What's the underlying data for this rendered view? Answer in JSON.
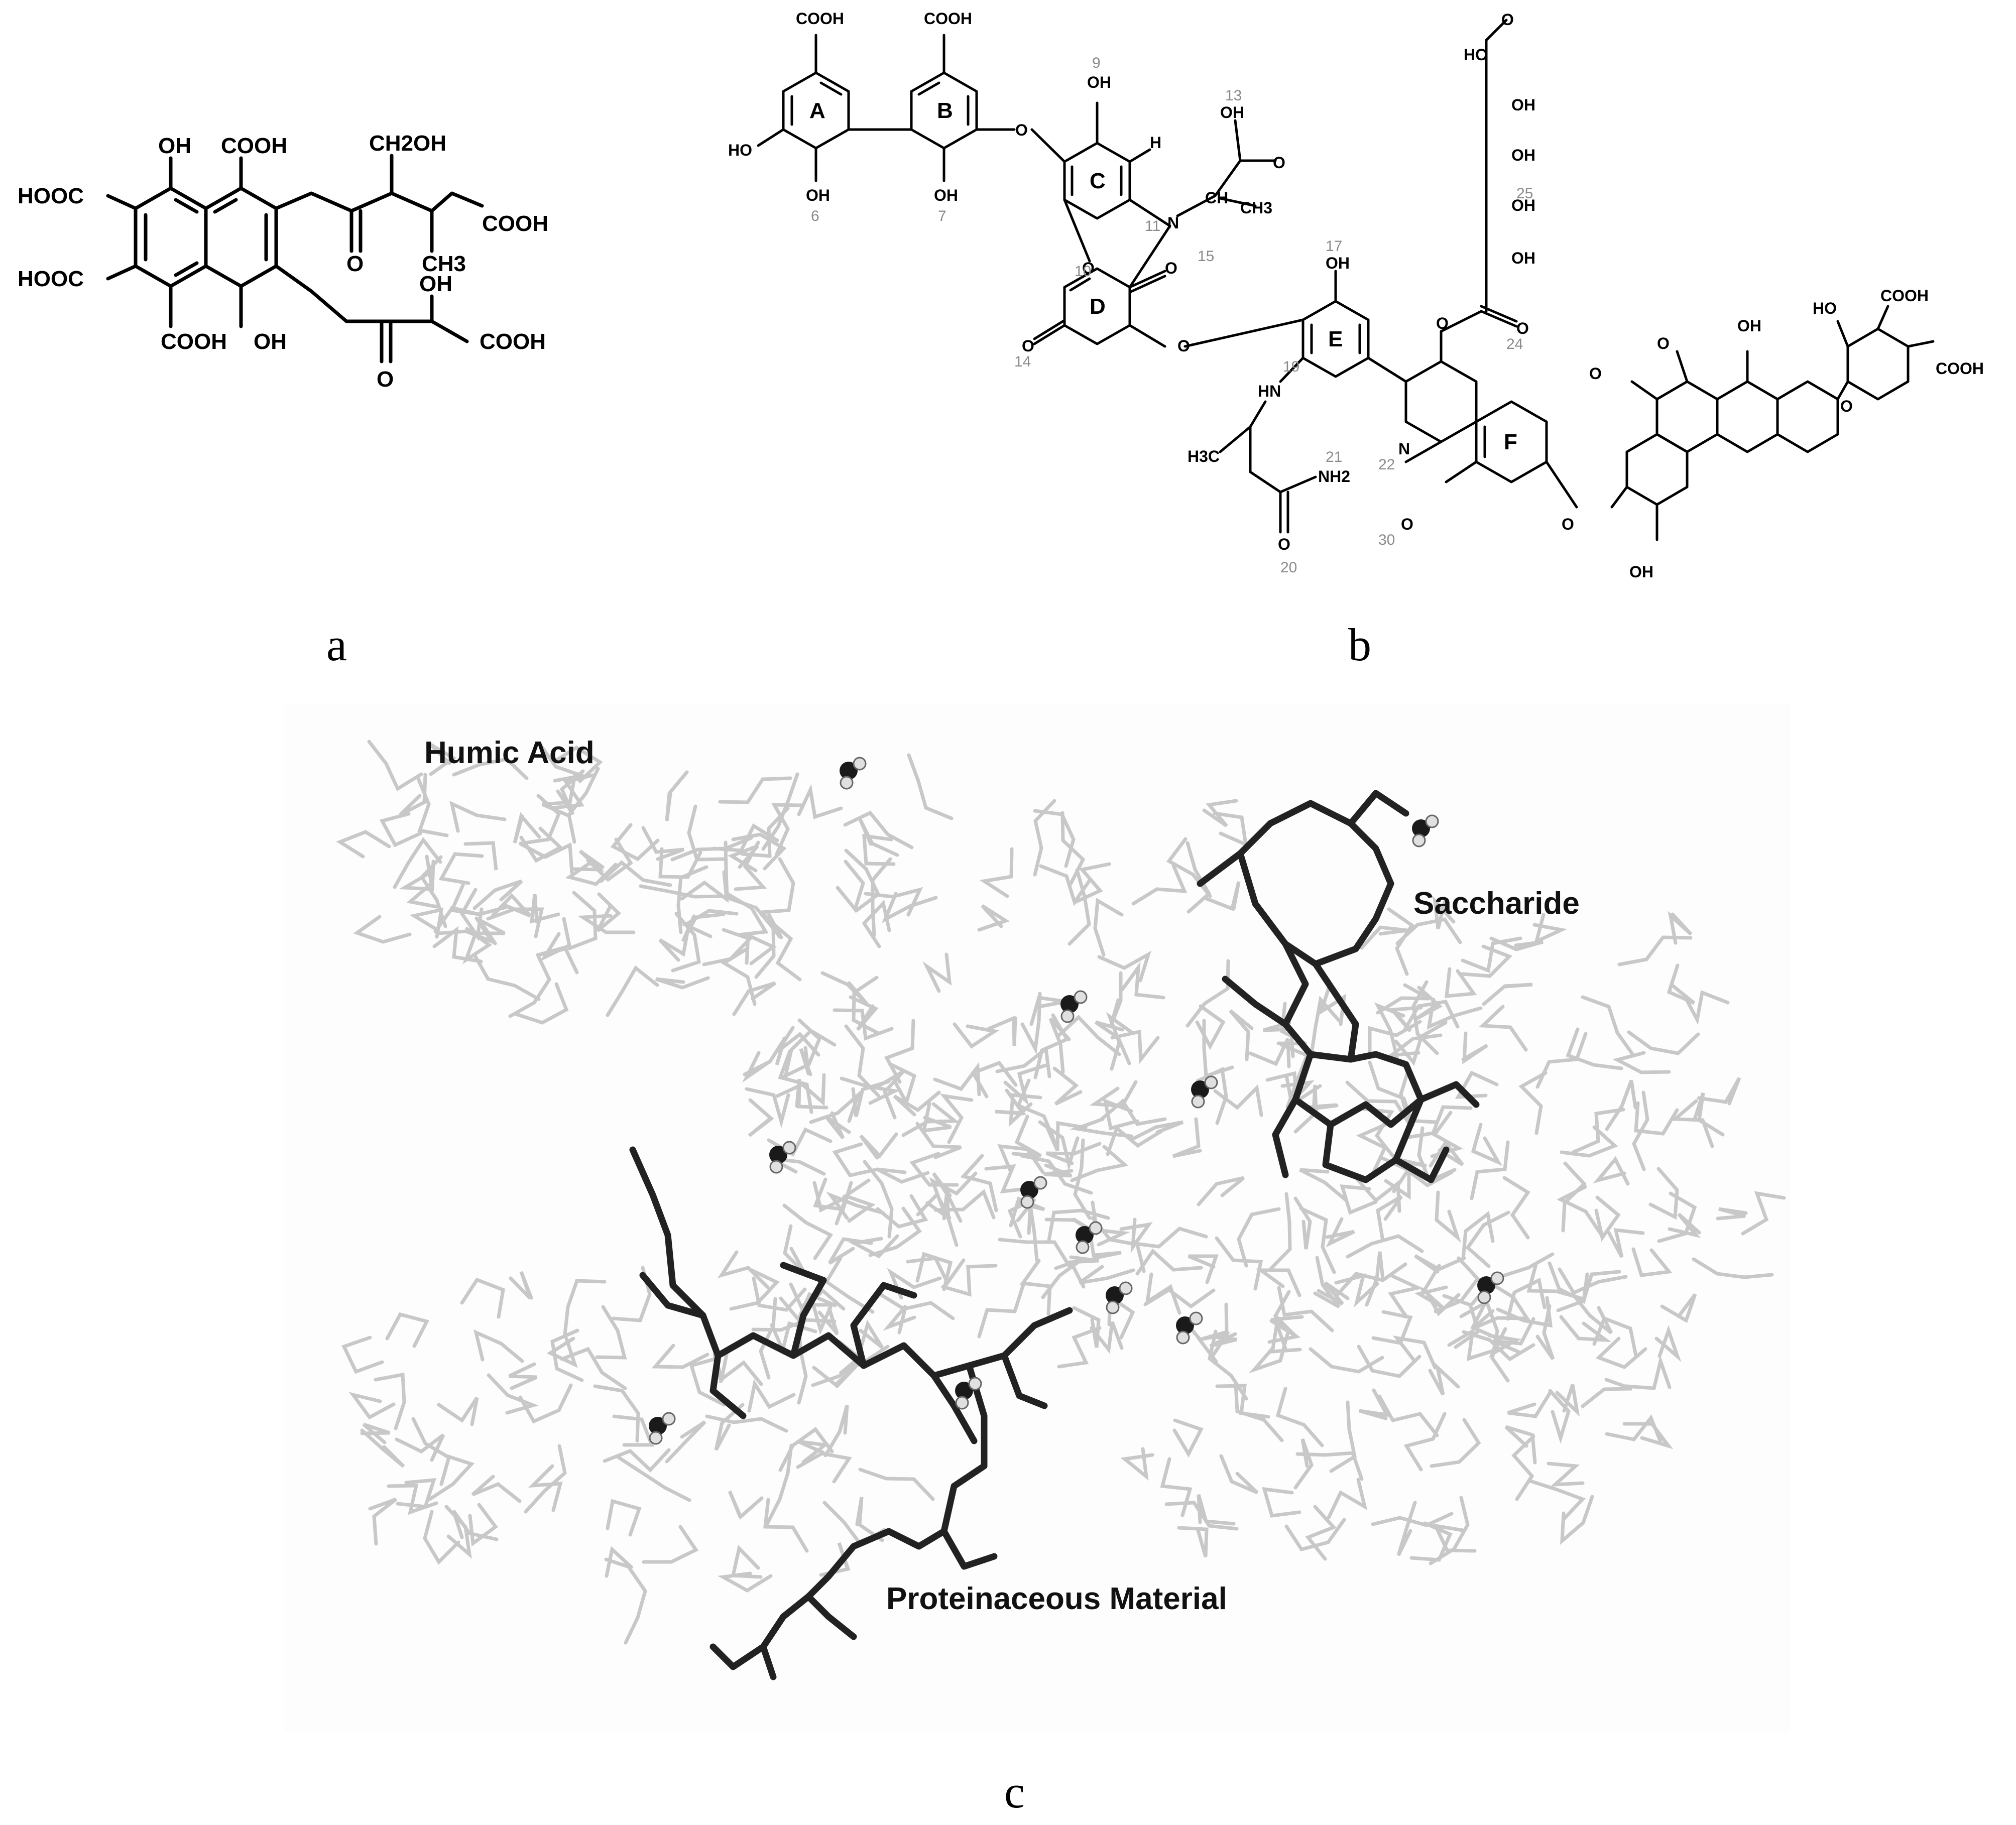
{
  "panels": {
    "a": {
      "label": "a"
    },
    "b": {
      "label": "b"
    },
    "c": {
      "label": "c"
    }
  },
  "structure_a": {
    "groups": [
      "OH",
      "COOH",
      "CH2OH",
      "HOOC",
      "COOH",
      "CH3",
      "HOOC",
      "OH",
      "COOH",
      "OH",
      "COOH",
      "O",
      "O"
    ]
  },
  "structure_b": {
    "rings": [
      "A",
      "B",
      "C",
      "D",
      "E",
      "F"
    ],
    "groups": [
      "COOH",
      "COOH",
      "HO",
      "OH",
      "OH",
      "O",
      "OH",
      "H",
      "OH",
      "O",
      "N",
      "CH",
      "CH3",
      "O",
      "O",
      "O",
      "OH",
      "O",
      "HN",
      "N",
      "NH2",
      "H3C",
      "O",
      "O",
      "O",
      "HC",
      "OH",
      "OH",
      "OH",
      "OH",
      "O",
      "O",
      "O",
      "OH",
      "HO",
      "COOH",
      "COOH",
      "O",
      "OH",
      "O",
      "O"
    ],
    "numbers": [
      "6",
      "7",
      "9",
      "10",
      "11",
      "13",
      "14",
      "15",
      "17",
      "19",
      "20",
      "21",
      "22",
      "24",
      "25",
      "30"
    ]
  },
  "model_c": {
    "labels": {
      "humic_acid": "Humic Acid",
      "saccharide": "Saccharide",
      "proteinaceous": "Proteinaceous Material"
    },
    "colors": {
      "humic": "#c8c8c8",
      "saccharide": "#111111",
      "protein": "#222222",
      "water_o": "#1a1a1a",
      "water_h": "#e0e0e0"
    }
  }
}
